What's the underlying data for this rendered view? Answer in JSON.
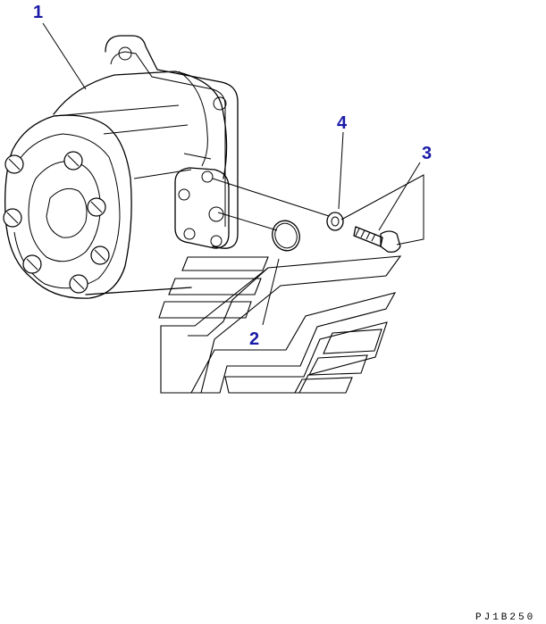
{
  "callouts": [
    {
      "id": "1",
      "label": "1"
    },
    {
      "id": "2",
      "label": "2"
    },
    {
      "id": "3",
      "label": "3"
    },
    {
      "id": "4",
      "label": "4"
    }
  ],
  "drawing_id": "PJ1B250",
  "colors": {
    "callout": "#1a1aa8",
    "line": "#000000",
    "background": "#ffffff"
  }
}
